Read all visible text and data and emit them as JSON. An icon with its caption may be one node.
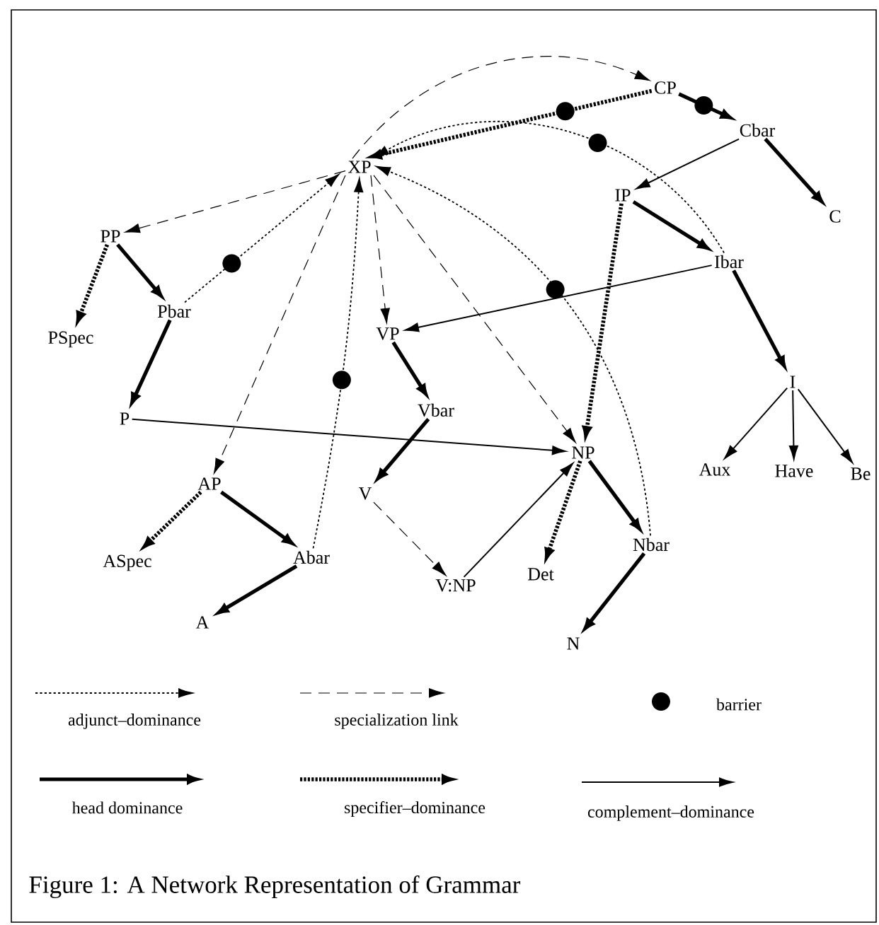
{
  "diagram": {
    "caption": "Figure 1: A Network Representation of Grammar",
    "nodes": [
      {
        "text": [
          "CP"
        ]
      },
      {
        "text": [
          "XP"
        ]
      },
      {
        "text": [
          "Cbar"
        ]
      },
      {
        "text": [
          "C"
        ]
      },
      {
        "text": [
          "IP"
        ]
      },
      {
        "text": [
          "Ibar"
        ]
      },
      {
        "text": [
          "PP"
        ]
      },
      {
        "text": [
          "PSpec"
        ]
      },
      {
        "text": [
          "Pbar"
        ]
      },
      {
        "text": [
          "VP"
        ]
      },
      {
        "text": [
          "P"
        ]
      },
      {
        "text": [
          "Vbar"
        ]
      },
      {
        "text": [
          "I"
        ]
      },
      {
        "text": [
          "NP"
        ]
      },
      {
        "text": [
          "AP"
        ]
      },
      {
        "text": [
          "V"
        ]
      },
      {
        "text": [
          "Aux"
        ]
      },
      {
        "text": [
          "Have"
        ]
      },
      {
        "text": [
          "Be"
        ]
      },
      {
        "text": [
          "ASpec"
        ]
      },
      {
        "text": [
          "Abar"
        ]
      },
      {
        "text": [
          "V:NP"
        ]
      },
      {
        "text": [
          "Det"
        ]
      },
      {
        "text": [
          "Nbar"
        ]
      },
      {
        "text": [
          "A"
        ]
      },
      {
        "text": [
          "N"
        ]
      }
    ],
    "edges": [
      {
        "from": 1,
        "to": 0,
        "arrow": "to",
        "style": "dashed"
      },
      {
        "from": 0,
        "to": 1,
        "arrow": "to",
        "style": "dashed"
      },
      {
        "from": 0,
        "to": 2,
        "arrow": "to",
        "style": "thick"
      },
      {
        "from": 5,
        "to": 1,
        "arrow": "to",
        "style": "dashed"
      },
      {
        "from": 2,
        "to": 4,
        "arrow": "to"
      },
      {
        "from": 2,
        "to": 3,
        "arrow": "to",
        "style": "thick"
      },
      {
        "from": 4,
        "to": 5,
        "arrow": "to",
        "style": "thick"
      },
      {
        "from": 4,
        "to": 13,
        "arrow": "to",
        "style": "dashed"
      },
      {
        "from": 5,
        "to": 9,
        "arrow": "to"
      },
      {
        "from": 5,
        "to": 12,
        "arrow": "to",
        "style": "thick"
      },
      {
        "from": 12,
        "to": 16,
        "arrow": "to"
      },
      {
        "from": 12,
        "to": 17,
        "arrow": "to"
      },
      {
        "from": 12,
        "to": 18,
        "arrow": "to"
      },
      {
        "from": 1,
        "to": 6,
        "arrow": "to",
        "style": "dashed"
      },
      {
        "from": 6,
        "to": 7,
        "arrow": "to",
        "style": "dashed"
      },
      {
        "from": 6,
        "to": 8,
        "arrow": "to",
        "style": "thick"
      },
      {
        "from": 8,
        "to": 1,
        "arrow": "to",
        "style": "dashed"
      },
      {
        "from": 8,
        "to": 10,
        "arrow": "to",
        "style": "thick"
      },
      {
        "from": 10,
        "to": 13,
        "arrow": "to"
      },
      {
        "from": 1,
        "to": 14,
        "arrow": "to",
        "style": "dashed"
      },
      {
        "from": 20,
        "to": 1,
        "arrow": "to",
        "style": "dashed"
      },
      {
        "from": 1,
        "to": 9,
        "arrow": "to",
        "style": "dashed"
      },
      {
        "from": 1,
        "to": 13,
        "arrow": "to",
        "style": "dashed"
      },
      {
        "from": 23,
        "to": 1,
        "arrow": "to",
        "style": "dashed"
      },
      {
        "from": 9,
        "to": 11,
        "arrow": "to",
        "style": "thick"
      },
      {
        "from": 11,
        "to": 15,
        "arrow": "to",
        "style": "thick"
      },
      {
        "from": 15,
        "to": 21,
        "arrow": "to",
        "style": "dashed"
      },
      {
        "from": 21,
        "to": 13,
        "arrow": "to"
      },
      {
        "from": 13,
        "to": 22,
        "arrow": "to",
        "style": "dashed"
      },
      {
        "from": 13,
        "to": 23,
        "arrow": "to",
        "style": "thick"
      },
      {
        "from": 23,
        "to": 25,
        "arrow": "to",
        "style": "thick"
      },
      {
        "from": 14,
        "to": 19,
        "arrow": "to",
        "style": "dashed"
      },
      {
        "from": 14,
        "to": 20,
        "arrow": "to",
        "style": "thick"
      },
      {
        "from": 20,
        "to": 24,
        "arrow": "to",
        "style": "thick"
      }
    ],
    "legend": [
      {
        "text": "adjunct–dominance"
      },
      {
        "text": "specialization link"
      },
      {
        "text": "barrier"
      },
      {
        "text": "head dominance"
      },
      {
        "text": "specifier–dominance"
      },
      {
        "text": "complement–dominance"
      }
    ]
  }
}
